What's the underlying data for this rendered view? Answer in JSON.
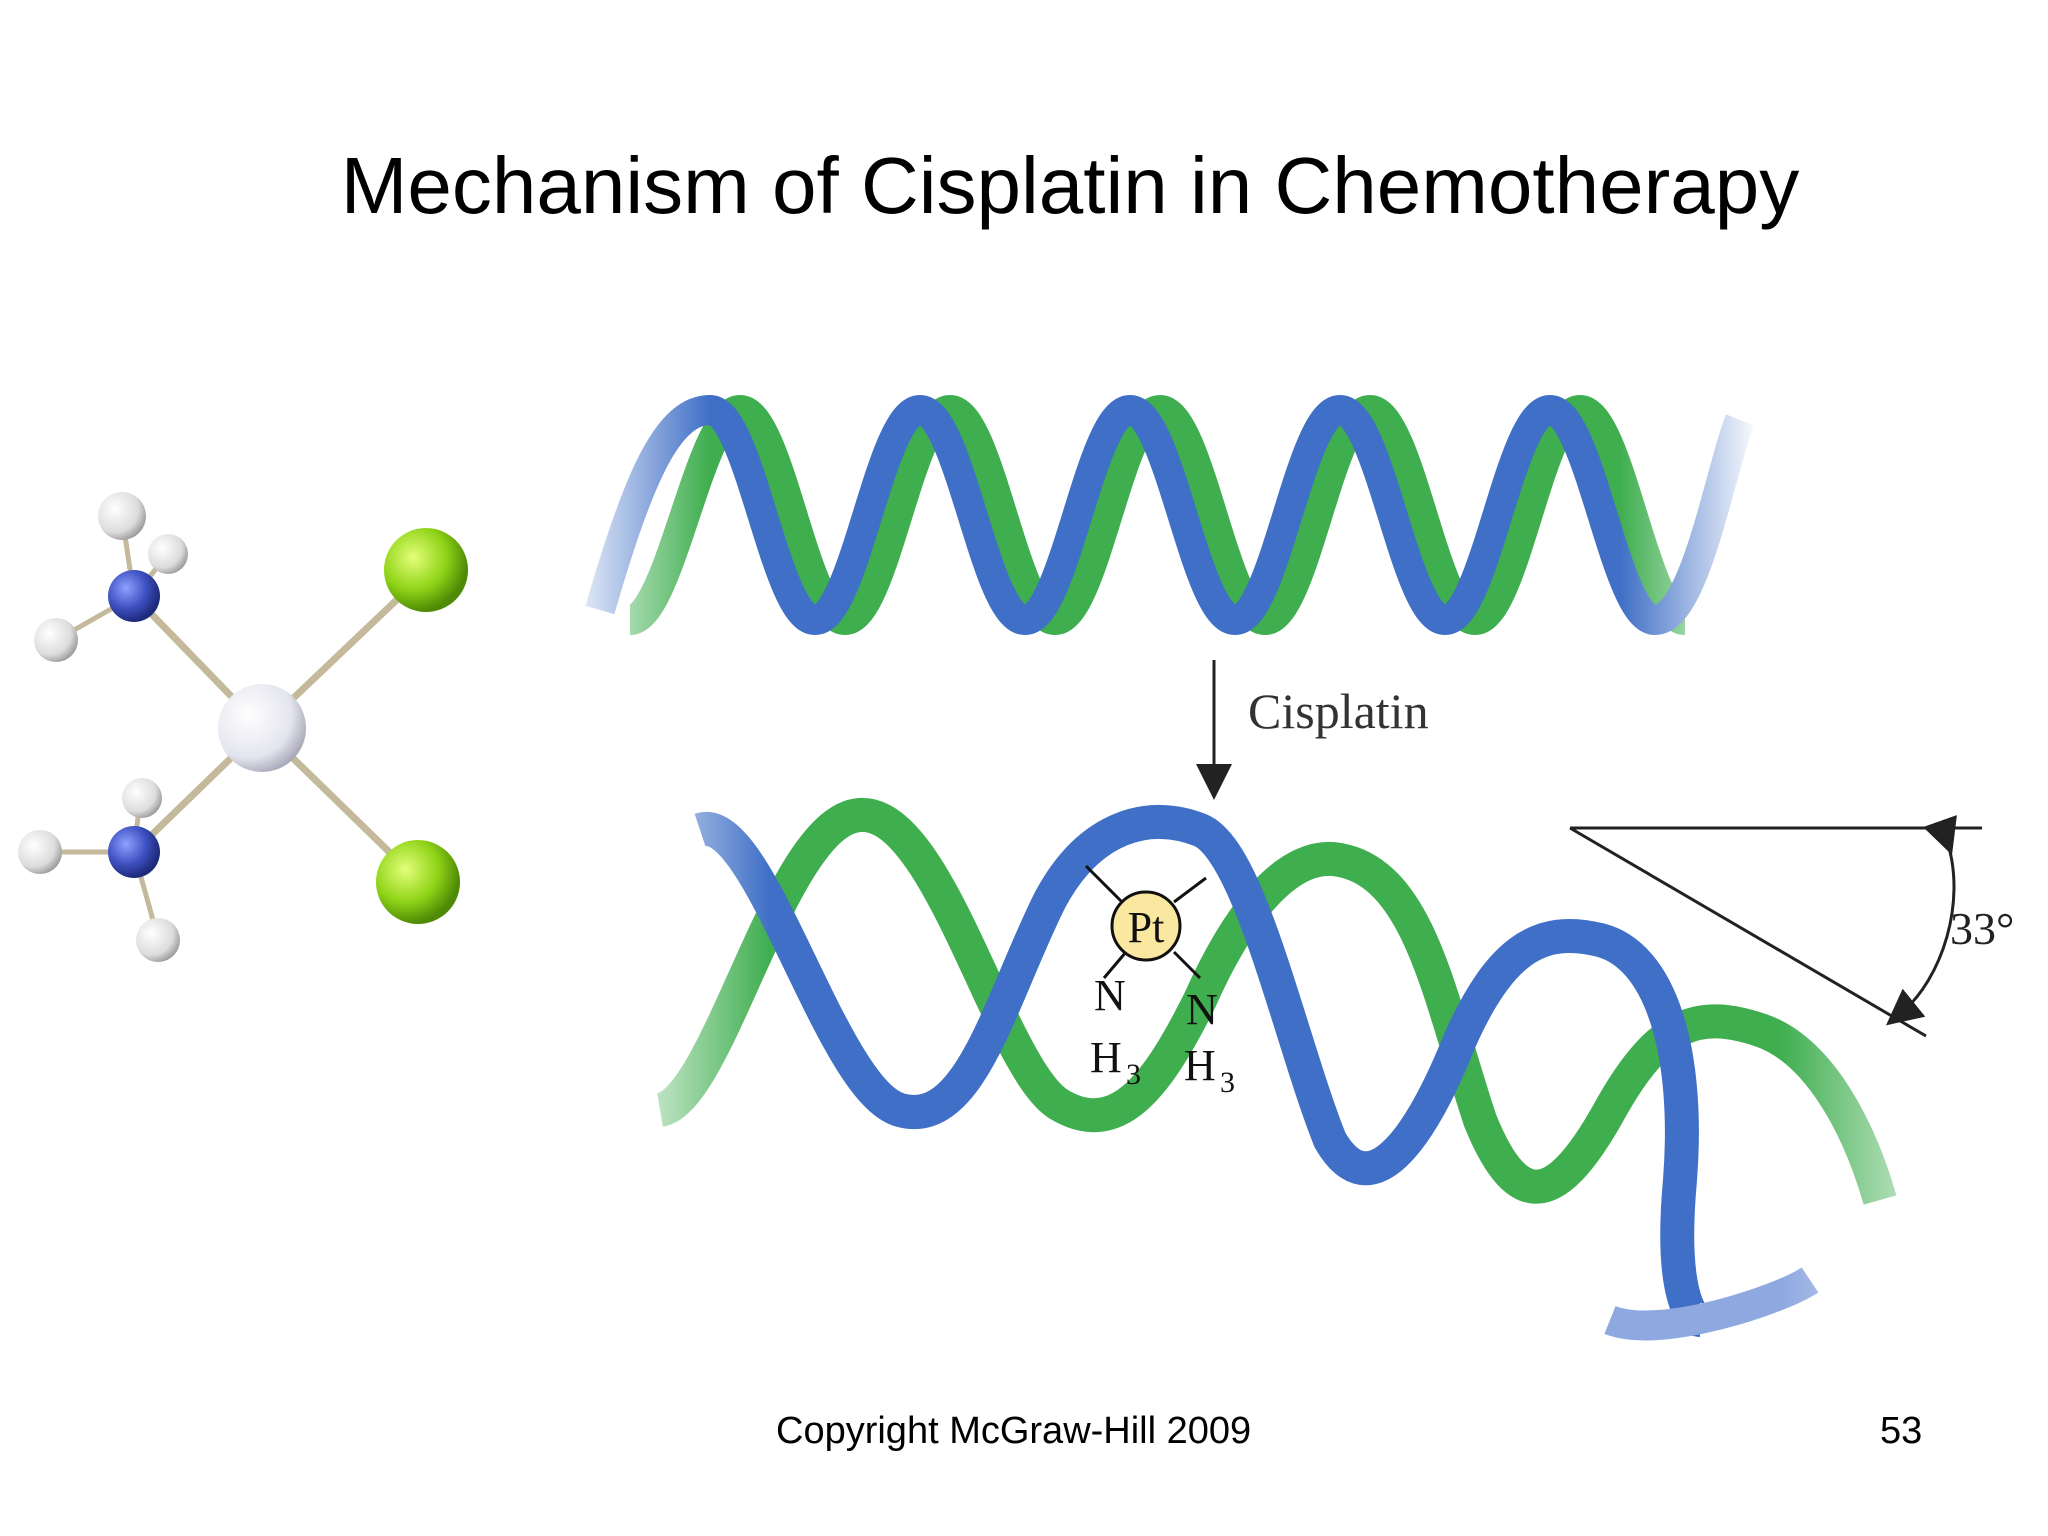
{
  "slide": {
    "title": "Mechanism of Cisplatin in Chemotherapy",
    "footer": "Copyright McGraw-Hill 2009",
    "page_number": "53"
  },
  "diagram": {
    "reaction_label": "Cisplatin",
    "metal_label": "Pt",
    "ligand_nitrogen": "N",
    "ligand_h3_h": "H",
    "ligand_h3_sub": "3",
    "bend_angle": "33°"
  },
  "colors": {
    "strand_green": "#3fae4f",
    "strand_blue": "#3f6fc6",
    "nitrogen_atom": "#3d50c0",
    "chlorine_atom": "#8fd317",
    "platinum_atom": "#e8e8f0",
    "hydrogen_atom": "#e6e6e6",
    "pt_badge": "#fbe8a0"
  }
}
